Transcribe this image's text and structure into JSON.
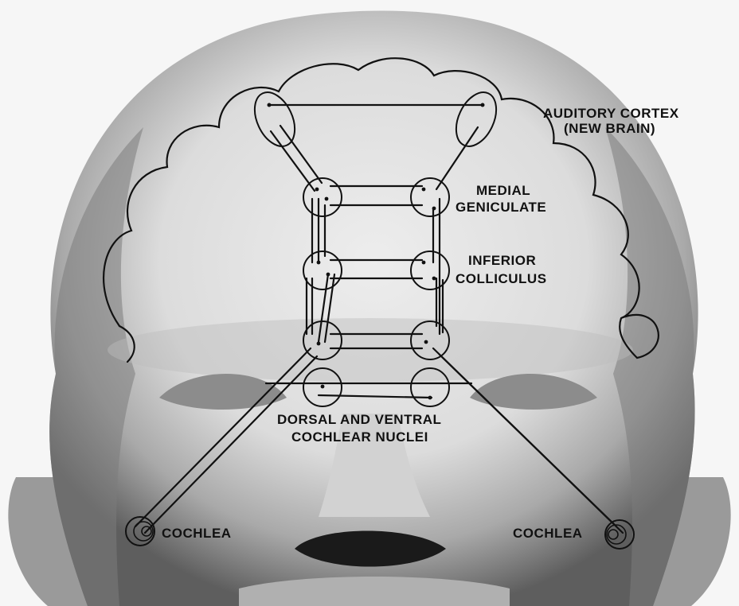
{
  "labels": {
    "auditory_cortex_line1": "AUDITORY CORTEX",
    "auditory_cortex_line2": "(NEW BRAIN)",
    "medial_geniculate_line1": "MEDIAL",
    "medial_geniculate_line2": "GENICULATE",
    "inferior_colliculus_line1": "INFERIOR",
    "inferior_colliculus_line2": "COLLICULUS",
    "cochlear_nuclei_line1": "DORSAL AND VENTRAL",
    "cochlear_nuclei_line2": "COCHLEAR NUCLEI",
    "cochlea_left": "COCHLEA",
    "cochlea_right": "COCHLEA"
  },
  "colors": {
    "ink": "#111111",
    "skin_light": "#e8e8e8",
    "skin_shadow": "#6a6a6a",
    "background": "#f4f4f4"
  }
}
